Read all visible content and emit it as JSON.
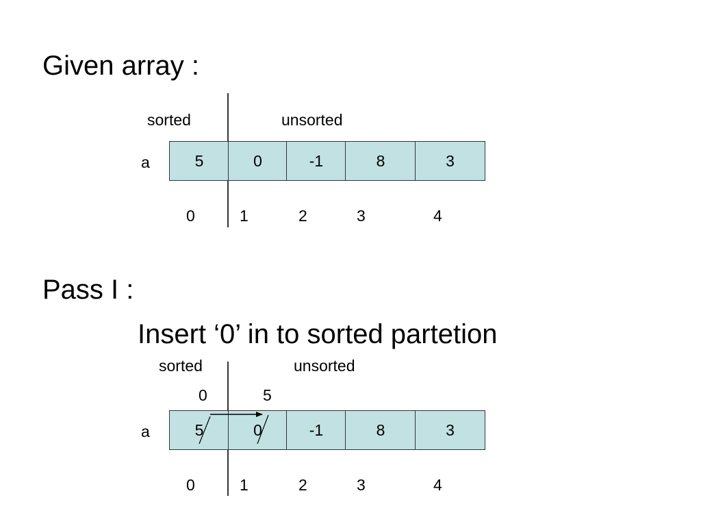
{
  "section1": {
    "title": "Given array :",
    "sorted_label": "sorted",
    "unsorted_label": "unsorted",
    "array_label": "a",
    "values": [
      "5",
      "0",
      "-1",
      "8",
      "3"
    ],
    "indices": [
      "0",
      "1",
      "2",
      "3",
      "4"
    ]
  },
  "section2": {
    "title": "Pass I :",
    "subtitle": "Insert ‘0’ in to sorted partetion",
    "sorted_label": "sorted",
    "unsorted_label": "unsorted",
    "new_values": [
      "0",
      "5"
    ],
    "array_label": "a",
    "values": [
      "5",
      "0",
      "-1",
      "8",
      "3"
    ],
    "indices": [
      "0",
      "1",
      "2",
      "3",
      "4"
    ]
  },
  "colors": {
    "cell_fill": "#c2e1e3",
    "line": "#333333"
  }
}
